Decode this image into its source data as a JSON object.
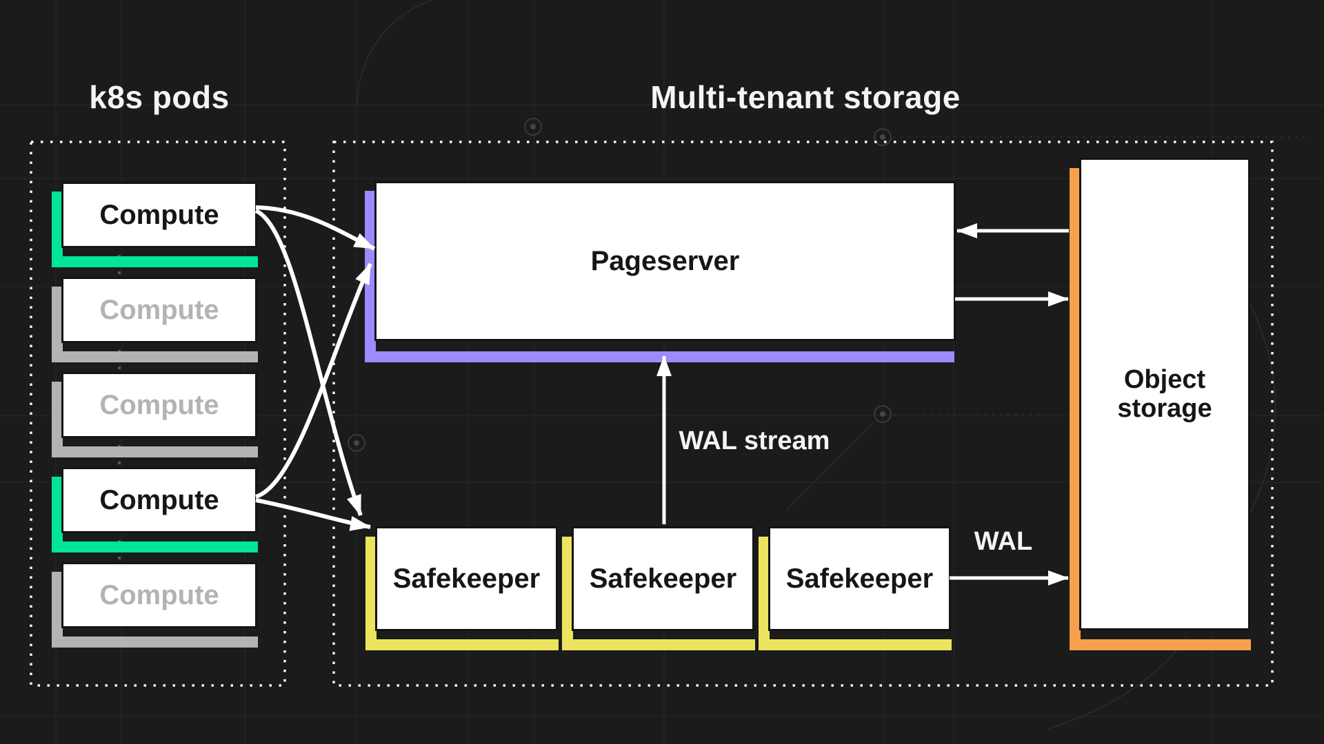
{
  "titles": {
    "pods_group": "k8s pods",
    "storage_group": "Multi-tenant storage"
  },
  "compute_pods": [
    {
      "label": "Compute",
      "active": true
    },
    {
      "label": "Compute",
      "active": false
    },
    {
      "label": "Compute",
      "active": false
    },
    {
      "label": "Compute",
      "active": true
    },
    {
      "label": "Compute",
      "active": false
    }
  ],
  "pageserver": {
    "label": "Pageserver"
  },
  "safekeepers": [
    {
      "label": "Safekeeper"
    },
    {
      "label": "Safekeeper"
    },
    {
      "label": "Safekeeper"
    }
  ],
  "object_storage": {
    "line1": "Object",
    "line2": "storage"
  },
  "annotations": {
    "wal_stream": "WAL stream",
    "wal": "WAL"
  },
  "colors": {
    "bg": "#1b1b1b",
    "box": "#ffffff",
    "text_dark": "#161616",
    "text_light": "#f4f4f4",
    "inactive": "#b3b3b3",
    "active_accent": "#00e599",
    "inactive_accent": "#b3b3b3",
    "pageserver_accent": "#9e8afc",
    "safekeeper_accent": "#ece45f",
    "object_storage_accent": "#f7a14d",
    "arrow": "#ffffff",
    "dotted_border": "#fafafa"
  }
}
